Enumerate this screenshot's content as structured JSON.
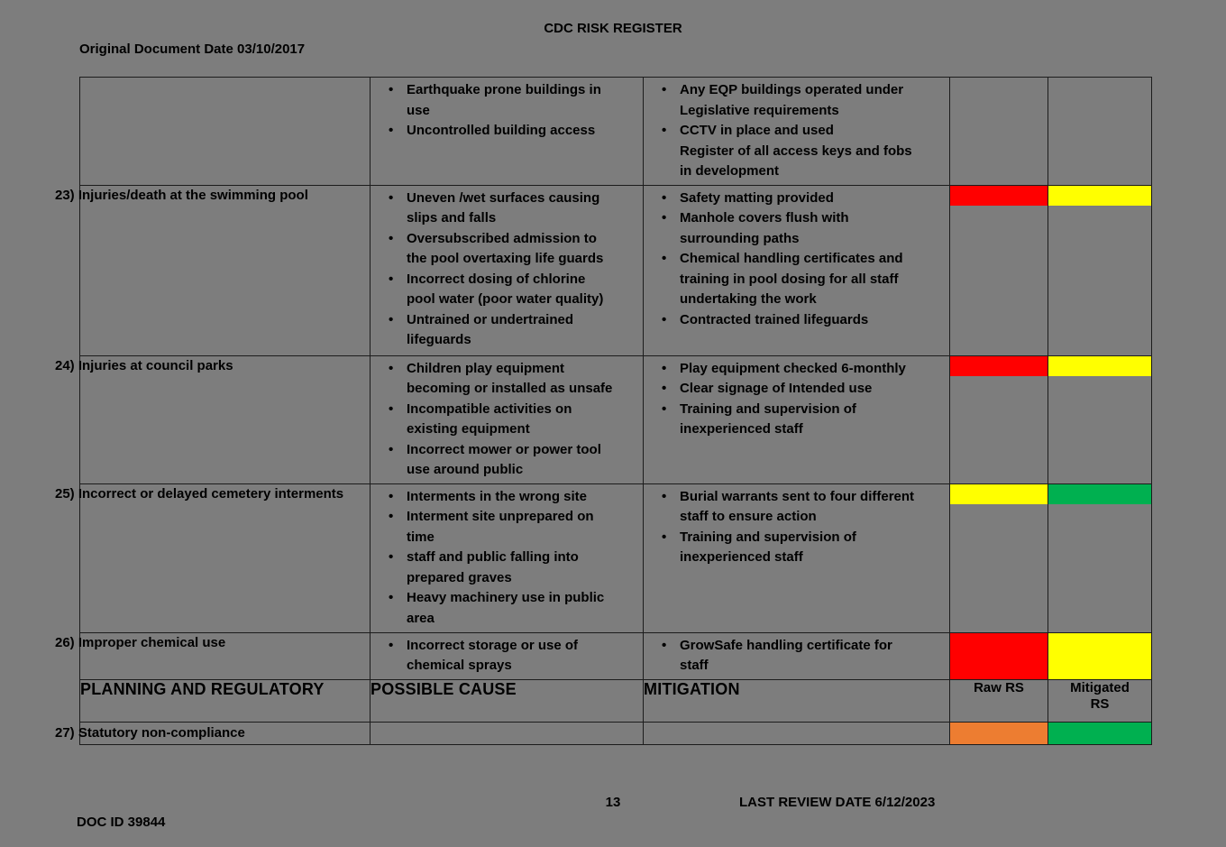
{
  "header": {
    "title": "CDC RISK REGISTER",
    "original_date": "Original Document Date 03/10/2017"
  },
  "colors": {
    "red": "#FF0000",
    "yellow": "#FFFF00",
    "green": "#00B050",
    "orange": "#ED7D31",
    "page_background": "#7D7D7D"
  },
  "table": {
    "section_header": "PLANNING AND REGULATORY",
    "col_cause": "POSSIBLE CAUSE",
    "col_mitigation": "MITIGATION",
    "col_raw": "Raw RS",
    "col_mitigated": "Mitigated\nRS",
    "rows": [
      {
        "title": "",
        "causes": [
          "Earthquake prone buildings in use",
          "Uncontrolled building access"
        ],
        "mitigations": [
          "Any EQP buildings operated under Legislative requirements",
          "CCTV in place and used",
          "Register of all access keys and fobs in development"
        ],
        "raw_color": "",
        "mitigated_color": ""
      },
      {
        "title": "23) Injuries/death at the swimming pool",
        "causes": [
          "Uneven /wet surfaces causing slips and falls",
          "Oversubscribed admission to the pool overtaxing life guards",
          "Incorrect dosing of chlorine pool water (poor water quality)",
          "Untrained or undertrained lifeguards"
        ],
        "mitigations": [
          "Safety matting provided",
          "Manhole covers flush with surrounding paths",
          "Chemical handling certificates and training in pool dosing for all staff undertaking the work",
          "Contracted trained lifeguards"
        ],
        "raw_color": "#FF0000",
        "mitigated_color": "#FFFF00"
      },
      {
        "title": "24) Injuries at council parks",
        "causes": [
          "Children play equipment becoming or installed as unsafe",
          "Incompatible activities on existing equipment",
          "Incorrect mower or power tool use around public"
        ],
        "mitigations": [
          "Play equipment checked 6-monthly",
          "Clear signage of Intended use",
          "Training and supervision of inexperienced staff"
        ],
        "raw_color": "#FF0000",
        "mitigated_color": "#FFFF00"
      },
      {
        "title": "25) Incorrect or delayed cemetery interments",
        "causes": [
          "Interments in the wrong site",
          "Interment site unprepared on time",
          "staff and public falling into prepared graves",
          "Heavy machinery use in public area"
        ],
        "mitigations": [
          "Burial warrants sent to four different staff to ensure action",
          "Training and supervision of inexperienced staff"
        ],
        "raw_color": "#FFFF00",
        "mitigated_color": "#00B050"
      },
      {
        "title": "26) Improper chemical use",
        "causes": [
          "Incorrect storage or use of chemical sprays"
        ],
        "mitigations": [
          "GrowSafe handling certificate for staff"
        ],
        "raw_color": "#FF0000",
        "mitigated_color": "#FFFF00"
      },
      {
        "title": "27) Statutory non-compliance",
        "causes": [],
        "mitigations": [],
        "raw_color": "#ED7D31",
        "mitigated_color": "#00B050"
      }
    ]
  },
  "footer": {
    "page_number": "13",
    "last_review": "LAST REVIEW DATE 6/12/2023",
    "doc_id": "DOC ID 39844"
  }
}
